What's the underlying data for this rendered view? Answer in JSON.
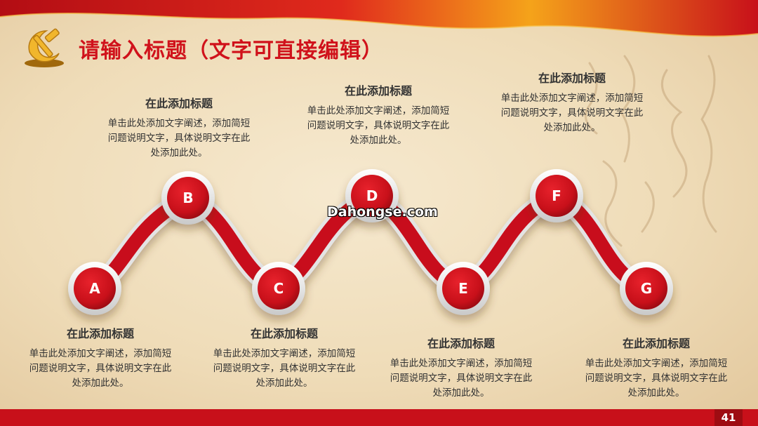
{
  "header": {
    "title": "请输入标题（文字可直接编辑）",
    "emblem_icon": "hammer-sickle-icon"
  },
  "watermark": "Dahongse.com",
  "page_number": "41",
  "colors": {
    "accent": "#d0121b",
    "footer": "#c8101a"
  },
  "nodes": [
    {
      "id": "A",
      "label": "A"
    },
    {
      "id": "B",
      "label": "B"
    },
    {
      "id": "C",
      "label": "C"
    },
    {
      "id": "D",
      "label": "D"
    },
    {
      "id": "E",
      "label": "E"
    },
    {
      "id": "F",
      "label": "F"
    },
    {
      "id": "G",
      "label": "G"
    }
  ],
  "blocks": [
    {
      "title": "在此添加标题",
      "desc": "单击此处添加文字阐述，添加简短问题说明文字，具体说明文字在此处添加此处。"
    },
    {
      "title": "在此添加标题",
      "desc": "单击此处添加文字阐述，添加简短问题说明文字，具体说明文字在此处添加此处。"
    },
    {
      "title": "在此添加标题",
      "desc": "单击此处添加文字阐述，添加简短问题说明文字，具体说明文字在此处添加此处。"
    },
    {
      "title": "在此添加标题",
      "desc": "单击此处添加文字阐述，添加简短问题说明文字，具体说明文字在此处添加此处。"
    },
    {
      "title": "在此添加标题",
      "desc": "单击此处添加文字阐述，添加简短问题说明文字，具体说明文字在此处添加此处。"
    },
    {
      "title": "在此添加标题",
      "desc": "单击此处添加文字阐述，添加简短问题说明文字，具体说明文字在此处添加此处。"
    },
    {
      "title": "在此添加标题",
      "desc": "单击此处添加文字阐述，添加简短问题说明文字，具体说明文字在此处添加此处。"
    }
  ]
}
